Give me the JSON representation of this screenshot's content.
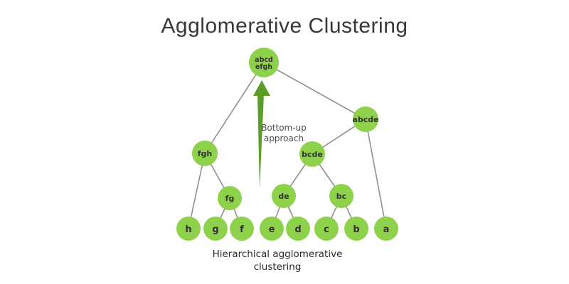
{
  "title": "Agglomerative Clustering",
  "caption": {
    "line1": "Hierarchical agglomerative",
    "line2": "clustering"
  },
  "arrow": {
    "label_line1": "Bottom-up",
    "label_line2": "approach",
    "direction": "up",
    "color": "#5a9e28"
  },
  "colors": {
    "node_fill": "#8ed24b",
    "edge": "#8f8f8f",
    "node_text": "#333333",
    "title_text": "#383838"
  },
  "nodes": {
    "root": {
      "line1": "abcd",
      "line2": "efgh"
    },
    "abcde": {
      "label": "abcde"
    },
    "fgh": {
      "label": "fgh"
    },
    "bcde": {
      "label": "bcde"
    },
    "fg": {
      "label": "fg"
    },
    "de": {
      "label": "de"
    },
    "bc": {
      "label": "bc"
    },
    "h": {
      "label": "h"
    },
    "g": {
      "label": "g"
    },
    "f": {
      "label": "f"
    },
    "e": {
      "label": "e"
    },
    "d": {
      "label": "d"
    },
    "c": {
      "label": "c"
    },
    "b": {
      "label": "b"
    },
    "a": {
      "label": "a"
    }
  },
  "edges": [
    [
      "abcdefgh",
      "fgh"
    ],
    [
      "abcdefgh",
      "abcde"
    ],
    [
      "abcde",
      "bcde"
    ],
    [
      "abcde",
      "a"
    ],
    [
      "fgh",
      "h"
    ],
    [
      "fgh",
      "fg"
    ],
    [
      "fg",
      "g"
    ],
    [
      "fg",
      "f"
    ],
    [
      "bcde",
      "de"
    ],
    [
      "bcde",
      "bc"
    ],
    [
      "de",
      "e"
    ],
    [
      "de",
      "d"
    ],
    [
      "bc",
      "c"
    ],
    [
      "bc",
      "b"
    ]
  ]
}
